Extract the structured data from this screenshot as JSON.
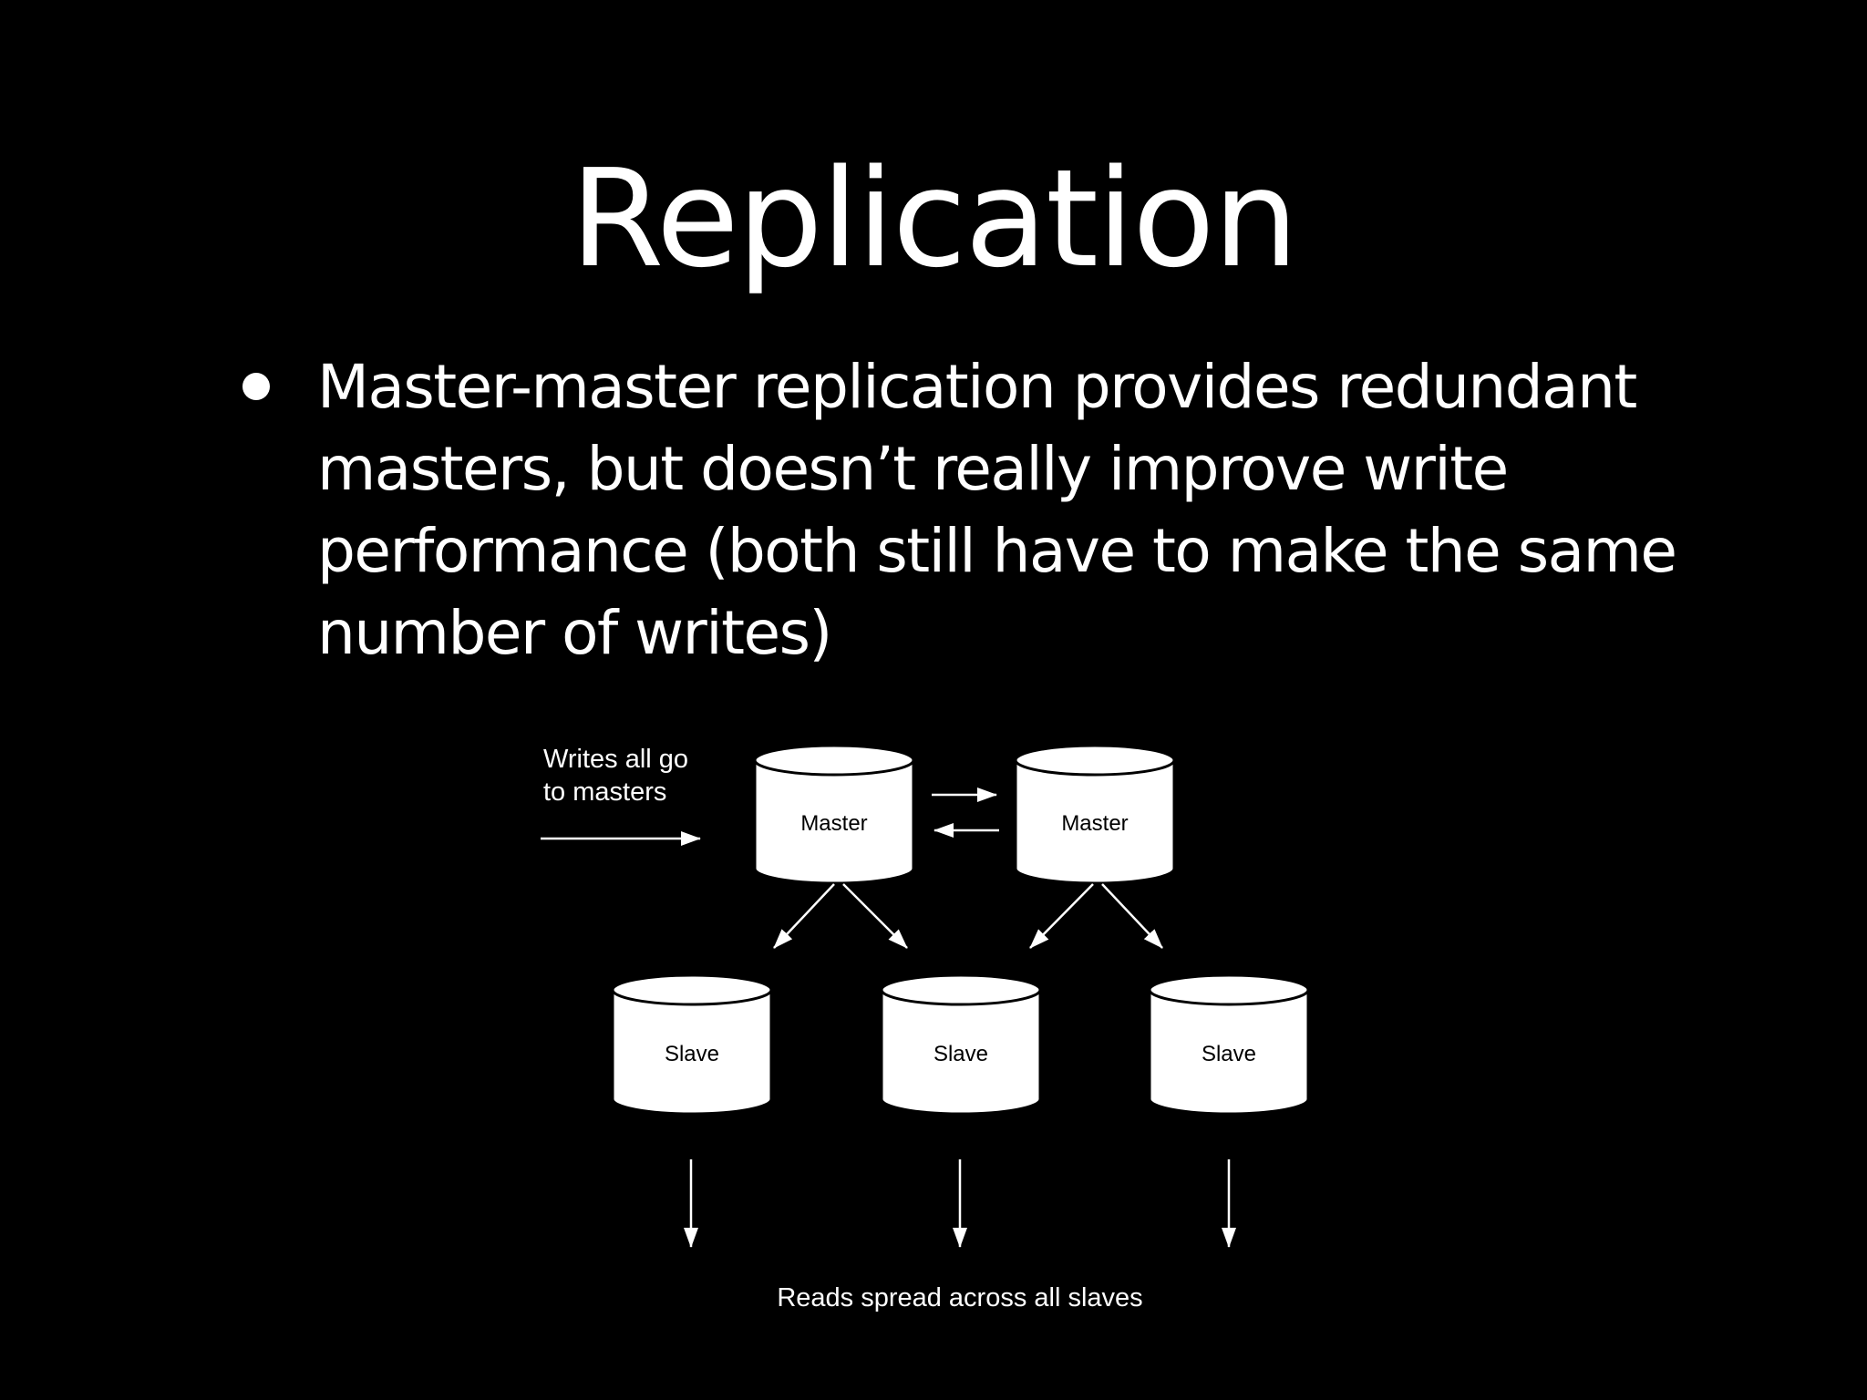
{
  "slide": {
    "title": "Replication",
    "bullet": "Master-master replication provides redundant masters, but doesn’t really improve write performance (both still have to make the same number of writes)"
  },
  "diagram": {
    "writes_label_line1": "Writes all go",
    "writes_label_line2": "to masters",
    "master_label": "Master",
    "slave_label": "Slave",
    "reads_label": "Reads spread across all slaves"
  },
  "colors": {
    "background": "#000000",
    "foreground": "#ffffff",
    "cylinder_text": "#000000"
  }
}
